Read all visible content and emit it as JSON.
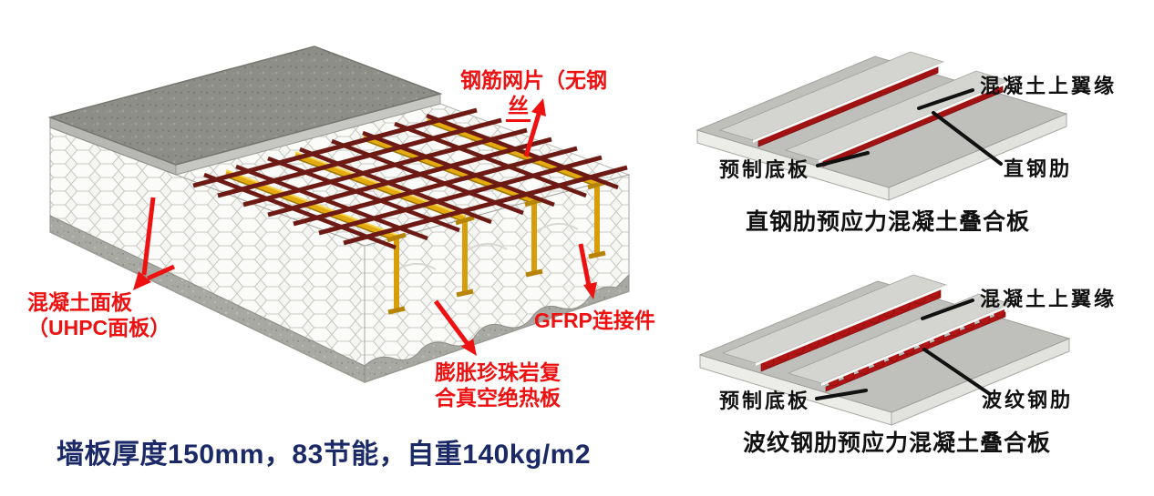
{
  "slide": {
    "background": "#ffffff"
  },
  "wall_panel_figure": {
    "labels": {
      "steel_mesh": {
        "line1": "钢筋网片（无钢",
        "line2": "丝"
      },
      "concrete_face_panel": {
        "line1": "混凝土面板",
        "line2": "（UHPC面板）"
      },
      "gfrp_connector": "GFRP连接件",
      "insulation": {
        "line1": "膨胀珍珠岩复",
        "line2": "合真空绝热板"
      }
    },
    "spec_text": "墙板厚度150mm，83节能，自重140kg/m2",
    "colors": {
      "label_red": "#ee1111",
      "spec_navy": "#1b2a66",
      "mesh_maroon": "#6d1a14",
      "connector_gold": "#e4ab10",
      "concrete_gray": "#8e8e89",
      "insulation_white": "#f5f5f2"
    }
  },
  "slab_figures": [
    {
      "id": "straight-rib",
      "caption": "直钢肋预应力混凝土叠合板",
      "labels": {
        "top_flange": "混凝土上翼缘",
        "bottom_plate": "预制底板",
        "rib": "直钢肋"
      },
      "colors": {
        "rib_red": "#a11212",
        "plate_gray": "#bfbfbc",
        "callout_black": "#111111"
      }
    },
    {
      "id": "corrugated-rib",
      "caption": "波纹钢肋预应力混凝土叠合板",
      "labels": {
        "top_flange": "混凝土上翼缘",
        "bottom_plate": "预制底板",
        "rib": "波纹钢肋"
      },
      "colors": {
        "rib_red": "#b01414",
        "plate_gray": "#bfbfbc",
        "callout_black": "#111111"
      }
    }
  ]
}
